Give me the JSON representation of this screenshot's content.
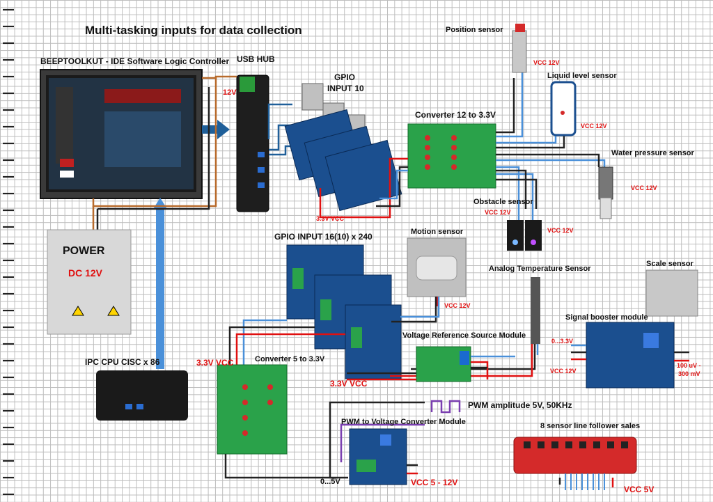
{
  "title": "Multi-tasking inputs for data collection",
  "labels": {
    "controller": "BEEPTOOLKUT - IDE Software Logic Controller",
    "usb_hub": "USB HUB",
    "gpio10": "GPIO",
    "gpio10b": "INPUT 10",
    "hub_12v": "12V",
    "position": "Position sensor",
    "vcc12_pos": "VCC 12V",
    "liquid": "Liquid level sensor",
    "vcc12_liq": "VCC 12V",
    "conv12": "Converter 12 to 3.3V",
    "water": "Water pressure sensor",
    "vcc12_water": "VCC 12V",
    "obstacle": "Obstacle sensor",
    "vcc12_obs1": "VCC 12V",
    "vcc12_obs2": "VCC 12V",
    "v33_top": "3.3V VCC",
    "power_word": "POWER",
    "dc12": "DC 12V",
    "gpio16": "GPIO INPUT 16(10) x 240",
    "motion": "Motion sensor",
    "vcc12_motion": "VCC 12V",
    "analog_temp": "Analog Temperature Sensor",
    "scale": "Scale sensor",
    "booster": "Signal booster module",
    "v033": "0...3.3V",
    "vcc12_boost": "VCC 12V",
    "uv_range_a": "100 uV -",
    "uv_range_b": "300 mV",
    "vref": "Voltage Reference Source Module",
    "ipc": "IPC CPU CISC x 86",
    "v33_left": "3.3V VCC",
    "conv5": "Converter 5 to 3.3V",
    "v33_mid": "3.3V VCC",
    "pwm_amp": "PWM amplitude 5V, 50KHz",
    "pwm_conv": "PWM to Voltage Converter Module",
    "line_follower": "8 sensor line follower sales",
    "v05": "0...5V",
    "vcc5_12": "VCC 5 - 12V",
    "vcc5": "VCC 5V"
  },
  "colors": {
    "wire_black": "#111111",
    "wire_red": "#e01010",
    "wire_blue": "#4a90d9",
    "wire_brown": "#b86b2c",
    "wire_purple": "#7a3fb0",
    "arrow_blue": "#1f5f99",
    "board_blue": "#1b4f8f",
    "board_green": "#2aa24a",
    "board_red": "#d42a2a"
  }
}
